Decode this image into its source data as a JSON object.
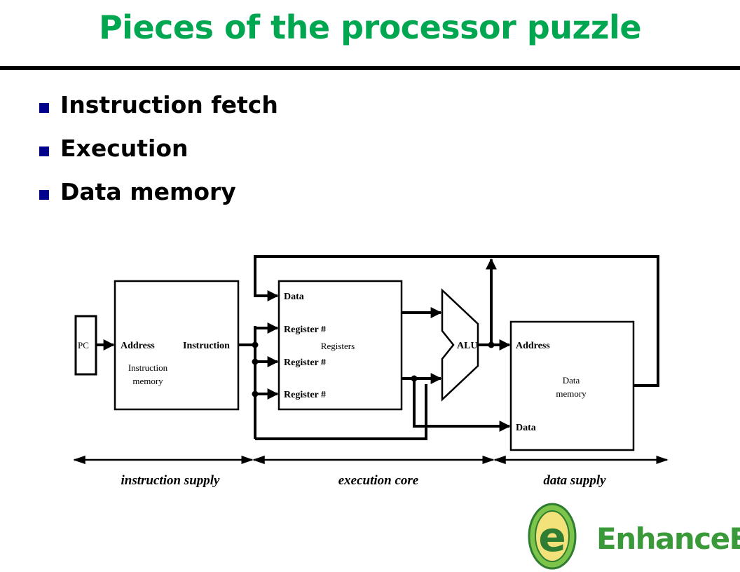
{
  "title": "Pieces of the processor puzzle",
  "bullets": [
    "Instruction fetch",
    "Execution",
    "Data memory"
  ],
  "diagram": {
    "pc": "PC",
    "imem": {
      "address": "Address",
      "instruction": "Instruction",
      "name_line1": "Instruction",
      "name_line2": "memory"
    },
    "regs": {
      "data": "Data",
      "reg1": "Register #",
      "reg2": "Register #",
      "reg3": "Register #",
      "name": "Registers"
    },
    "alu": "ALU",
    "dmem": {
      "address": "Address",
      "data": "Data",
      "name_line1": "Data",
      "name_line2": "memory"
    },
    "spans": [
      "instruction supply",
      "execution core",
      "data supply"
    ]
  },
  "logo": {
    "letter": "e",
    "text": "EnhanceEdu",
    "color": "#3a9a3a"
  },
  "colors": {
    "title": "#00a650",
    "bullet": "#00008b"
  }
}
